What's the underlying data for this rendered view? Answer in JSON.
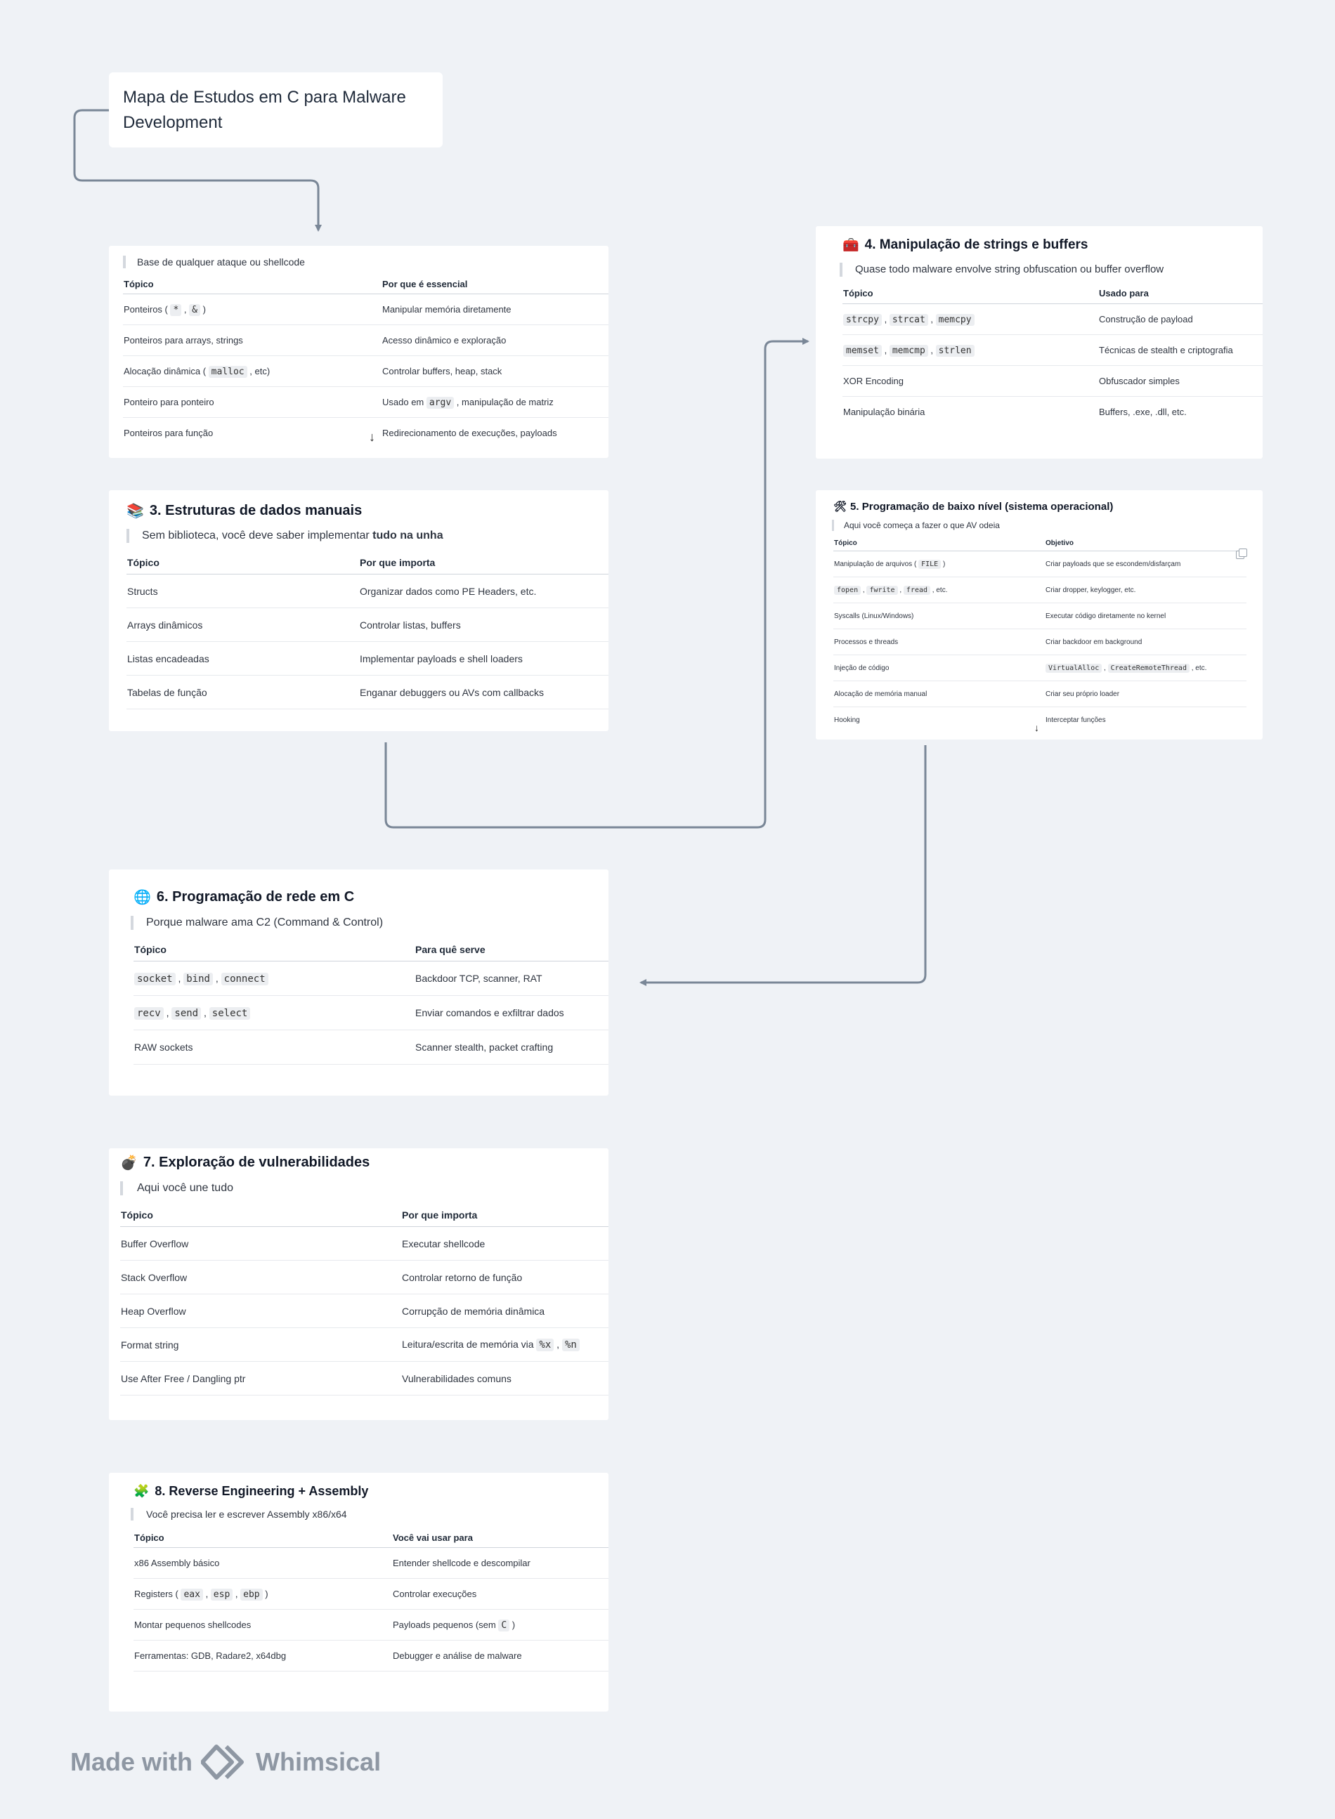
{
  "title": "Mapa de Estudos em C para Malware Development",
  "cards": {
    "ponteiros": {
      "title": "",
      "quote": "Base de qualquer ataque ou shellcode",
      "headers": [
        "Tópico",
        "Por que é essencial"
      ],
      "rows": [
        [
          "Ponteiros ( * , & )",
          "Manipular memória diretamente"
        ],
        [
          "Ponteiros para arrays, strings",
          "Acesso dinâmico e exploração"
        ],
        [
          "Alocação dinâmica ( malloc , etc)",
          "Controlar buffers, heap, stack"
        ],
        [
          "Ponteiro para ponteiro",
          "Usado em argv , manipulação de matriz"
        ],
        [
          "Ponteiros para função",
          "Redirecionamento de execuções, payloads"
        ]
      ]
    },
    "estruturas": {
      "emoji": "📚",
      "title": "3. Estruturas de dados manuais",
      "quote_prefix": "Sem biblioteca, você deve saber implementar ",
      "quote_bold": "tudo na unha",
      "headers": [
        "Tópico",
        "Por que importa"
      ],
      "rows": [
        [
          "Structs",
          "Organizar dados como PE Headers, etc."
        ],
        [
          "Arrays dinâmicos",
          "Controlar listas, buffers"
        ],
        [
          "Listas encadeadas",
          "Implementar payloads e shell loaders"
        ],
        [
          "Tabelas de função",
          "Enganar debuggers ou AVs com callbacks"
        ]
      ]
    },
    "strings": {
      "emoji": "🧰",
      "title": "4. Manipulação de strings e buffers",
      "quote": "Quase todo malware envolve string obfuscation ou buffer overflow",
      "headers": [
        "Tópico",
        "Usado para"
      ],
      "rows": [
        [
          "strcpy , strcat , memcpy",
          "Construção de payload"
        ],
        [
          "memset , memcmp , strlen",
          "Técnicas de stealth e criptografia"
        ],
        [
          "XOR Encoding",
          "Obfuscador simples"
        ],
        [
          "Manipulação binária",
          "Buffers, .exe, .dll, etc."
        ]
      ]
    },
    "baixo_nivel": {
      "emoji": "🛠",
      "title": "5. Programação de baixo nível (sistema operacional)",
      "quote": "Aqui você começa a fazer o que AV odeia",
      "headers": [
        "Tópico",
        "Objetivo"
      ],
      "rows": [
        [
          "Manipulação de arquivos ( FILE )",
          "Criar payloads que se escondem/disfarçam"
        ],
        [
          "fopen , fwrite , fread , etc.",
          "Criar dropper, keylogger, etc."
        ],
        [
          "Syscalls (Linux/Windows)",
          "Executar código diretamente no kernel"
        ],
        [
          "Processos e threads",
          "Criar backdoor em background"
        ],
        [
          "Injeção de código",
          "VirtualAlloc , CreateRemoteThread , etc."
        ],
        [
          "Alocação de memória manual",
          "Criar seu próprio loader"
        ],
        [
          "Hooking",
          "Interceptar funções"
        ]
      ]
    },
    "rede": {
      "emoji": "🌐",
      "title": "6. Programação de rede em C",
      "quote": "Porque malware ama C2 (Command & Control)",
      "headers": [
        "Tópico",
        "Para quê serve"
      ],
      "rows": [
        [
          "socket , bind , connect",
          "Backdoor TCP, scanner, RAT"
        ],
        [
          "recv , send , select",
          "Enviar comandos e exfiltrar dados"
        ],
        [
          "RAW sockets",
          "Scanner stealth, packet crafting"
        ]
      ]
    },
    "exploracao": {
      "emoji": "💣",
      "title": "7. Exploração de vulnerabilidades",
      "quote": "Aqui você une tudo",
      "headers": [
        "Tópico",
        "Por que importa"
      ],
      "rows": [
        [
          "Buffer Overflow",
          "Executar shellcode"
        ],
        [
          "Stack Overflow",
          "Controlar retorno de função"
        ],
        [
          "Heap Overflow",
          "Corrupção de memória dinâmica"
        ],
        [
          "Format string",
          "Leitura/escrita de memória via %x , %n"
        ],
        [
          "Use After Free / Dangling ptr",
          "Vulnerabilidades comuns"
        ]
      ]
    },
    "reverse": {
      "emoji": "🧩",
      "title": "8. Reverse Engineering + Assembly",
      "quote": "Você precisa ler e escrever Assembly x86/x64",
      "headers": [
        "Tópico",
        "Você vai usar para"
      ],
      "rows": [
        [
          "x86 Assembly básico",
          "Entender shellcode e descompilar"
        ],
        [
          "Registers ( eax , esp , ebp )",
          "Controlar execuções"
        ],
        [
          "Montar pequenos shellcodes",
          "Payloads pequenos (sem C )"
        ],
        [
          "Ferramentas: GDB, Radare2, x64dbg",
          "Debugger e análise de malware"
        ]
      ]
    }
  },
  "footer": {
    "made_with": "Made with",
    "brand": "Whimsical"
  },
  "colors": {
    "connector": "#7a8797",
    "background": "#eff2f6",
    "card": "#ffffff"
  }
}
